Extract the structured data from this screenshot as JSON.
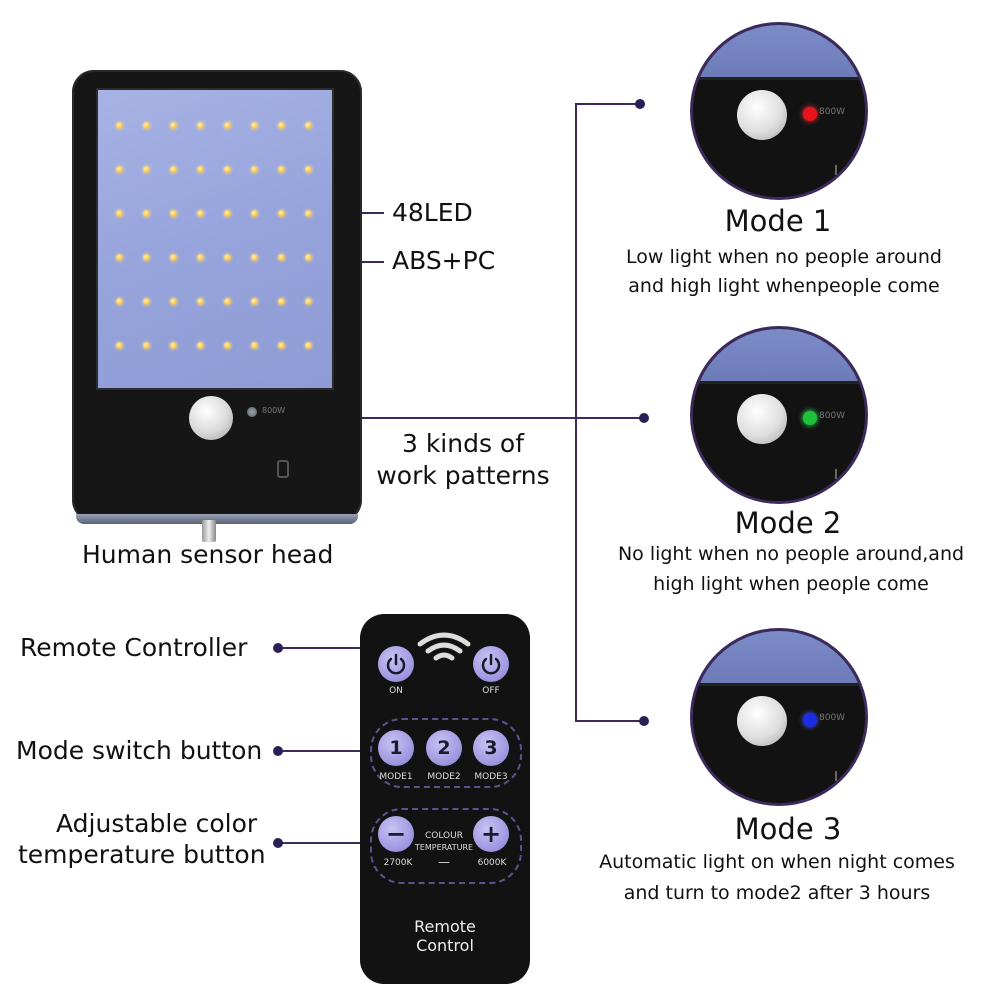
{
  "lamp": {
    "indicator_text": "800W",
    "labels": {
      "led": "48LED",
      "material": "ABS+PC",
      "patterns": "3 kinds of\nwork patterns",
      "sensor": "Human sensor head"
    }
  },
  "modes": [
    {
      "title": "Mode 1",
      "desc_line1": "Low light when no people around",
      "desc_line2": "and high light whenpeople come",
      "indicator_color": "#e8131b",
      "indicator_text": "800W"
    },
    {
      "title": "Mode 2",
      "desc_line1": "No light when no people around,and",
      "desc_line2": "high light when people come",
      "indicator_color": "#1ec23a",
      "indicator_text": "800W"
    },
    {
      "title": "Mode 3",
      "desc_line1": "Automatic light on when night comes",
      "desc_line2": "and turn to mode2 after 3 hours",
      "indicator_color": "#1a2ee8",
      "indicator_text": "800W"
    }
  ],
  "remote": {
    "side_labels": {
      "controller": "Remote  Controller",
      "mode_switch": "Mode switch button",
      "color_temp_line1": "Adjustable color",
      "color_temp_line2": "temperature button"
    },
    "on_label": "ON",
    "off_label": "OFF",
    "mode_buttons": [
      {
        "digit": "1",
        "label": "MODE1"
      },
      {
        "digit": "2",
        "label": "MODE2"
      },
      {
        "digit": "3",
        "label": "MODE3"
      }
    ],
    "minus_symbol": "−",
    "plus_symbol": "+",
    "colour_label": "COLOUR",
    "temperature_label": "TEMPERATURE",
    "warm_label": "2700K",
    "cool_label": "6000K",
    "dash_label": "—",
    "title_line1": "Remote",
    "title_line2": "Control"
  },
  "colors": {
    "connector_lines": "#3d2a5c",
    "button_purple": "#9d93df",
    "panel_blue": "#97a4dc"
  }
}
